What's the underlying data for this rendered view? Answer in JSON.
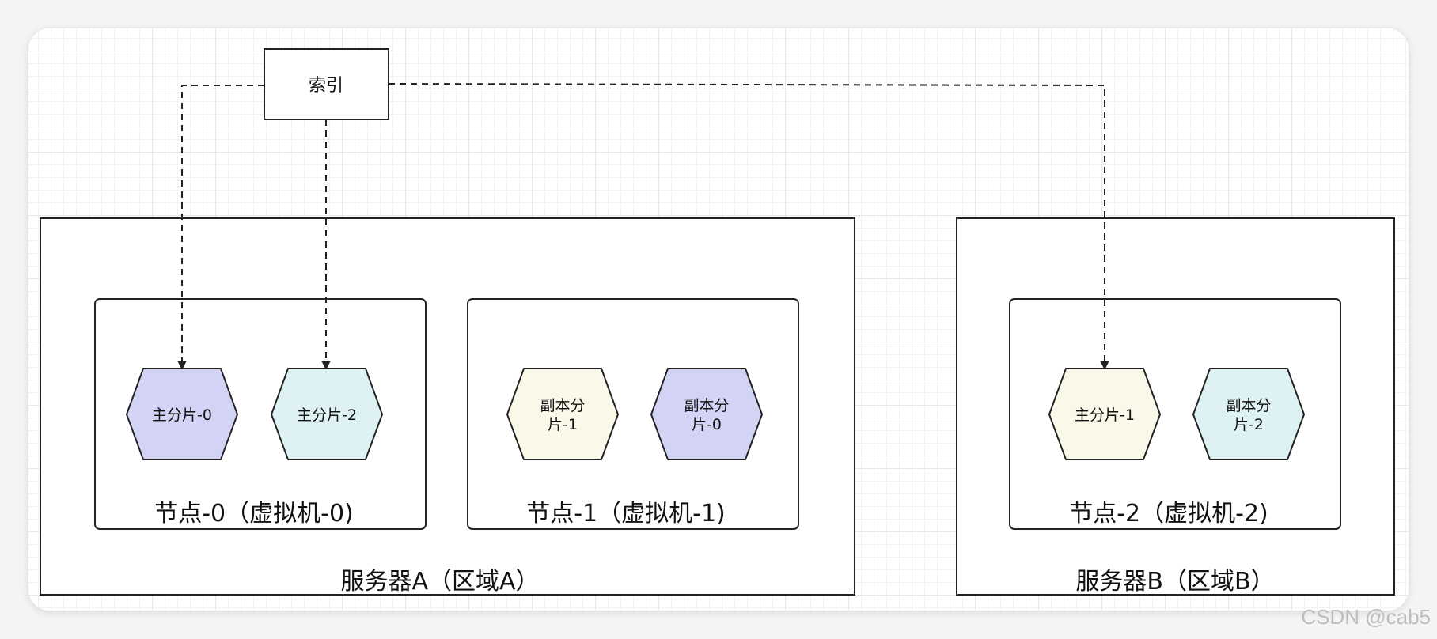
{
  "index": {
    "label": "索引"
  },
  "servers": [
    {
      "label": "服务器A（区域A）"
    },
    {
      "label": "服务器B（区域B）"
    }
  ],
  "nodes": [
    {
      "label": "节点-0（虚拟机-0)"
    },
    {
      "label": "节点-1（虚拟机-1)"
    },
    {
      "label": "节点-2（虚拟机-2)"
    }
  ],
  "shards": [
    {
      "lines": [
        "主分片-0"
      ],
      "fill": "#d3d3f5"
    },
    {
      "lines": [
        "主分片-2"
      ],
      "fill": "#dff2f3"
    },
    {
      "lines": [
        "副本分",
        "片-1"
      ],
      "fill": "#faf8e8"
    },
    {
      "lines": [
        "副本分",
        "片-0"
      ],
      "fill": "#d3d3f5"
    },
    {
      "lines": [
        "主分片-1"
      ],
      "fill": "#faf8e8"
    },
    {
      "lines": [
        "副本分",
        "片-2"
      ],
      "fill": "#dff2f3"
    }
  ],
  "edges": [
    {
      "from": "索引",
      "to": "主分片-0"
    },
    {
      "from": "索引",
      "to": "主分片-2"
    },
    {
      "from": "索引",
      "to": "主分片-1"
    }
  ],
  "watermark": "CSDN @cab5"
}
